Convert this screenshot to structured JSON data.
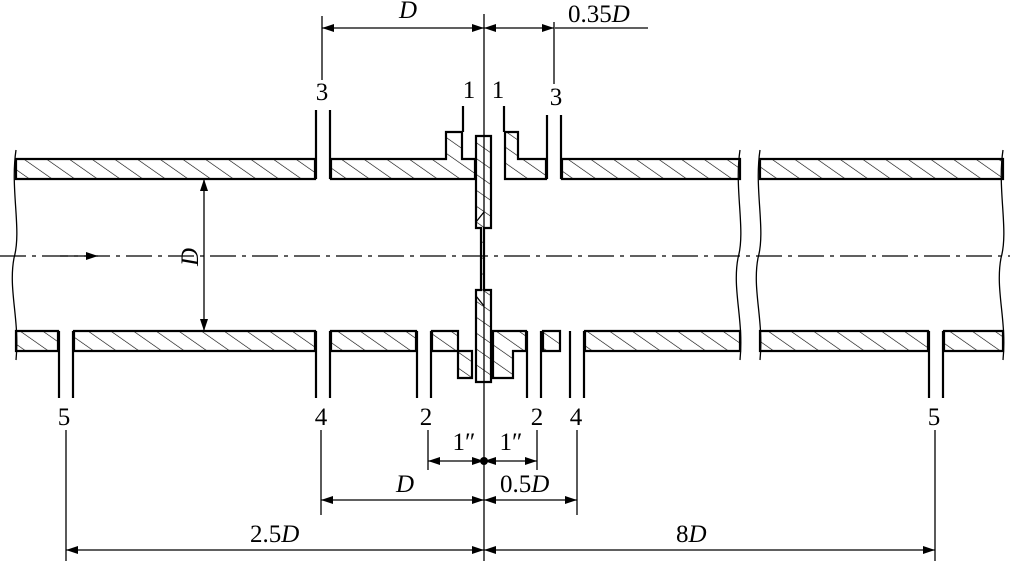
{
  "tap_labels": {
    "top_left_3": "3",
    "top_left_1": "1",
    "top_right_1": "1",
    "top_right_3": "3",
    "bottom_left_5": "5",
    "bottom_left_4": "4",
    "bottom_left_2": "2",
    "bottom_right_2": "2",
    "bottom_right_4": "4",
    "bottom_right_5": "5"
  },
  "dimensions": {
    "top_upstream_D": {
      "value": "D"
    },
    "top_downstream": {
      "value": "0.35",
      "var": "D"
    },
    "diameter": {
      "value": "D"
    },
    "inch_left": {
      "value": "1″"
    },
    "inch_right": {
      "value": "1″"
    },
    "bottom_upstream_D": {
      "value": "D"
    },
    "bottom_downstream": {
      "value": "0.5",
      "var": "D"
    },
    "long_upstream": {
      "value": "2.5",
      "var": "D"
    },
    "long_downstream": {
      "value": "8",
      "var": "D"
    }
  }
}
